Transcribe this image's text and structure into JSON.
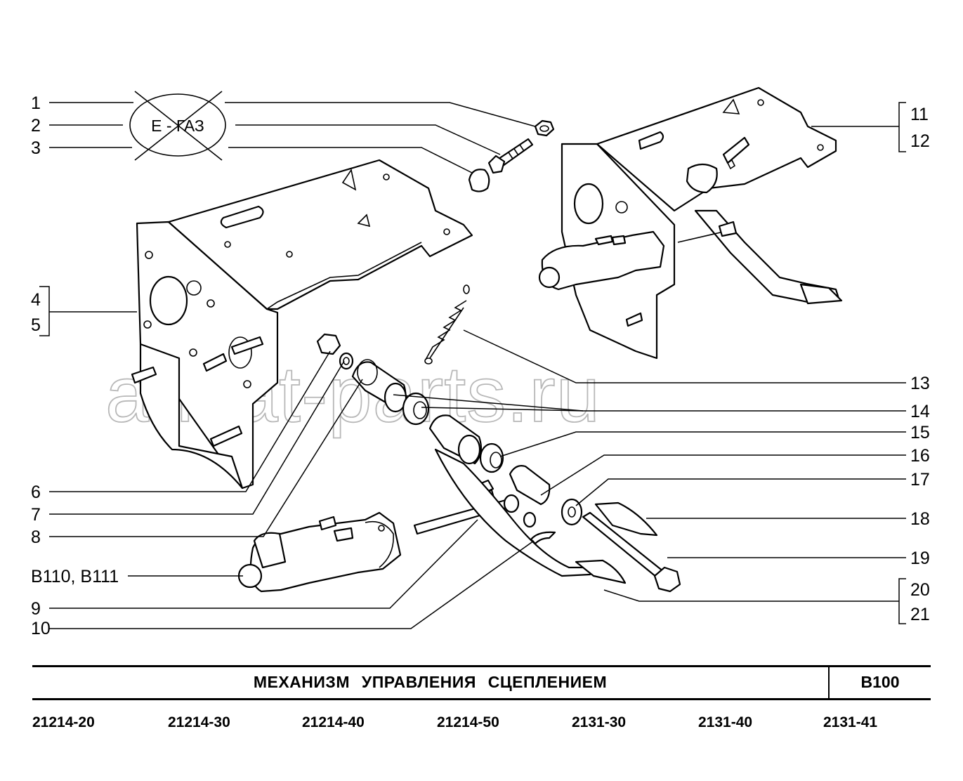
{
  "stamp_text": "E - ГАЗ",
  "watermark": "ansat-parts.ru",
  "callouts": [
    "1",
    "2",
    "3",
    "4",
    "5",
    "6",
    "7",
    "8",
    "B110, B111",
    "9",
    "10",
    "11",
    "12",
    "13",
    "14",
    "15",
    "16",
    "17",
    "18",
    "19",
    "20",
    "21"
  ],
  "title": "МЕХАНИЗМ   УПРАВЛЕНИЯ   СЦЕПЛЕНИЕМ",
  "page_code": "B100",
  "models": [
    "21214-20",
    "21214-30",
    "21214-40",
    "21214-50",
    "2131-30",
    "2131-40",
    "2131-41"
  ]
}
